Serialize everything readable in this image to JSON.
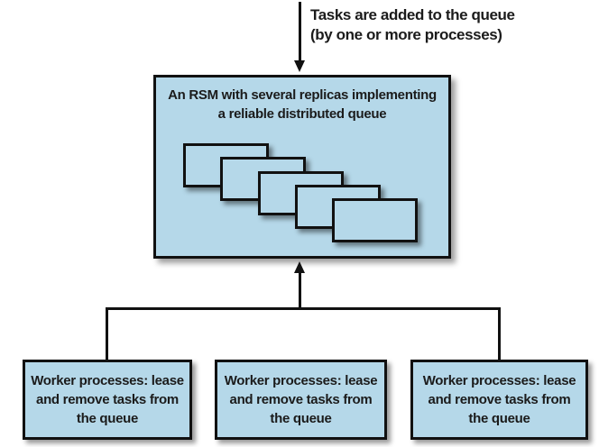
{
  "colors": {
    "background": "#ffffff",
    "box-fill": "#b5d8e9",
    "line": "#111111",
    "text": "#1b1b1b"
  },
  "top_label": {
    "text": "Tasks are added to the queue\n(by one or more processes)"
  },
  "rsm_box": {
    "title": "An RSM with several replicas implementing\na reliable distributed queue",
    "replica_count": 5
  },
  "workers": [
    {
      "label": "Worker processes: lease\nand remove tasks from\nthe queue"
    },
    {
      "label": "Worker processes: lease\nand remove tasks from\nthe queue"
    },
    {
      "label": "Worker processes: lease\nand remove tasks from\nthe queue"
    }
  ]
}
